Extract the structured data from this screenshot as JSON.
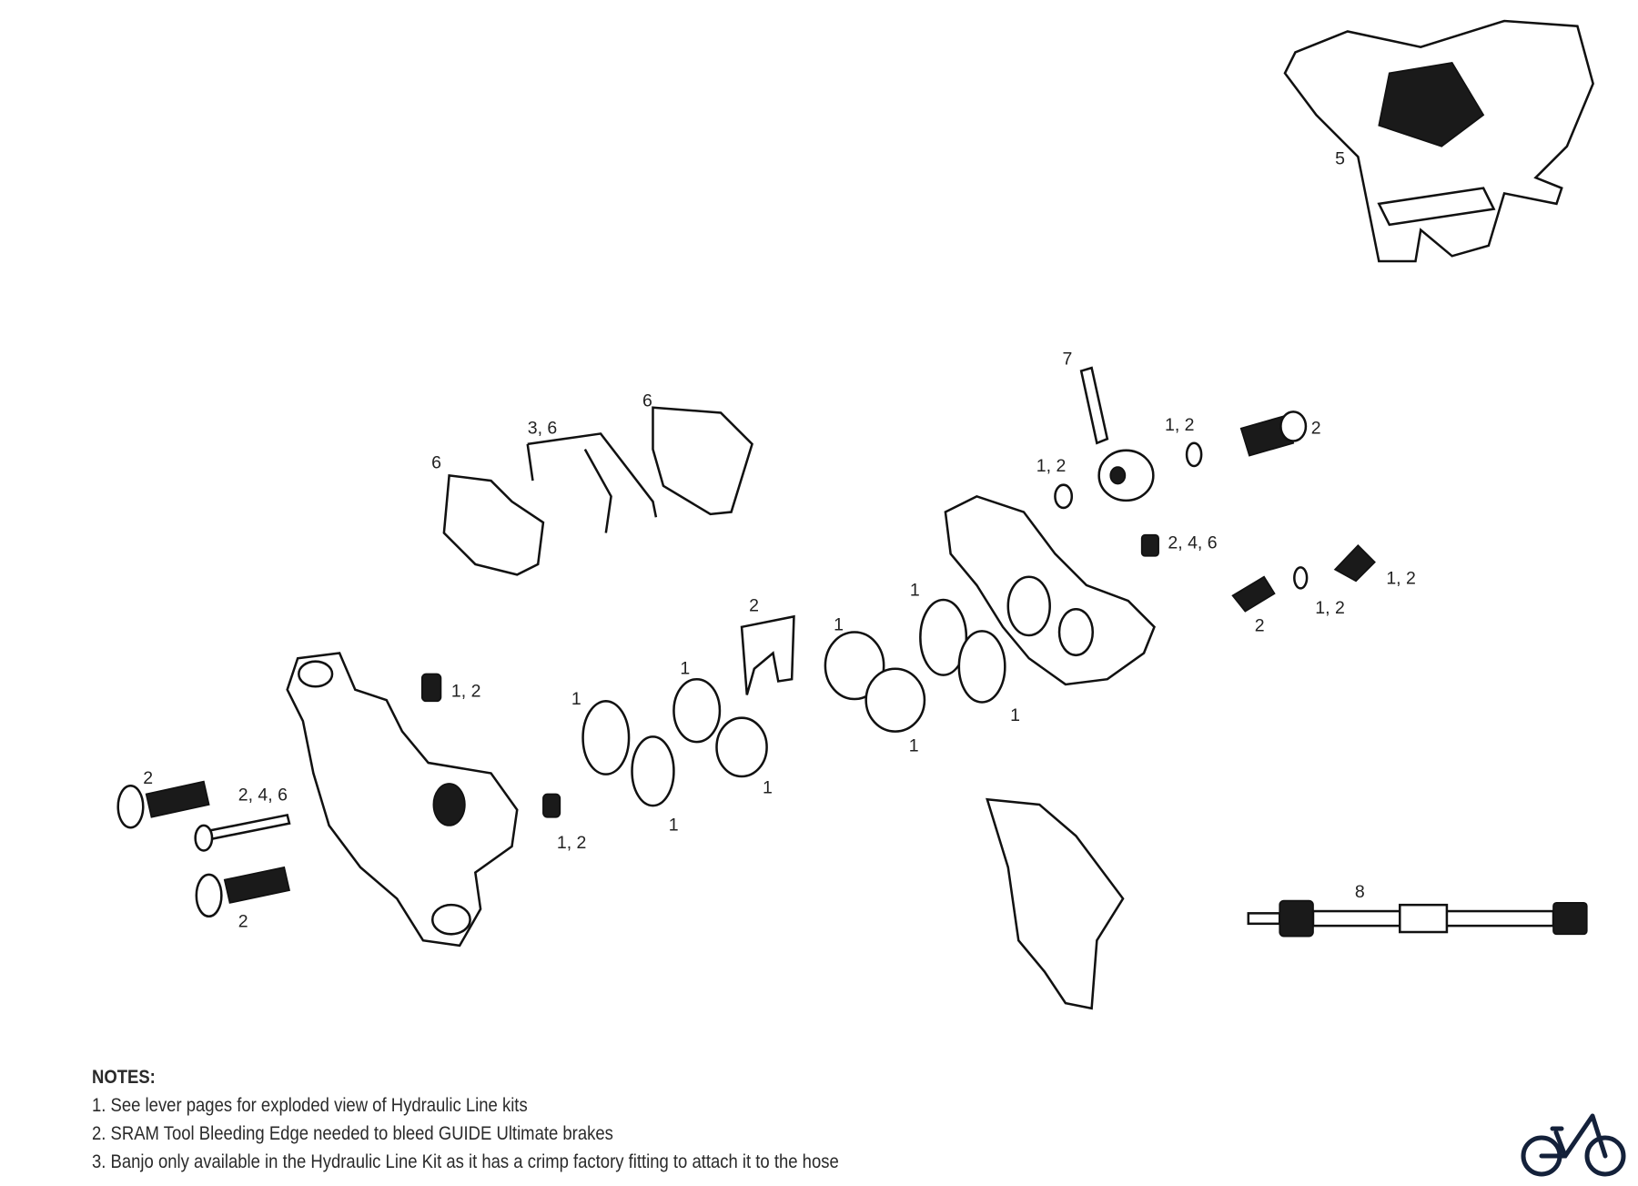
{
  "callouts": {
    "c5": "5",
    "c7": "7",
    "c6a": "6",
    "c36": "3, 6",
    "c6b": "6",
    "c12a": "1, 2",
    "c2a": "2",
    "c12b": "1, 2",
    "c246a": "2, 4, 6",
    "c12c": "1, 2",
    "c12d": "1, 2",
    "c2b": "2",
    "c1a": "1",
    "c2c": "2",
    "c1b": "1",
    "c1c": "1",
    "c1d": "1",
    "c12e": "1, 2",
    "c1e": "1",
    "c1f": "1",
    "c1g": "1",
    "c1h": "1",
    "c12f": "1, 2",
    "c2d": "2",
    "c246b": "2, 4, 6",
    "c2e": "2",
    "c8": "8"
  },
  "notes": {
    "heading": "NOTES:",
    "items": [
      "1. See lever pages for exploded view of Hydraulic Line kits",
      "2. SRAM Tool Bleeding Edge needed to bleed GUIDE Ultimate brakes",
      "3. Banjo only available in the Hydraulic Line Kit as it has a crimp factory fitting to attach it to the hose"
    ]
  },
  "logo": {
    "icon": "bicycle-icon",
    "color": "#14213a"
  }
}
